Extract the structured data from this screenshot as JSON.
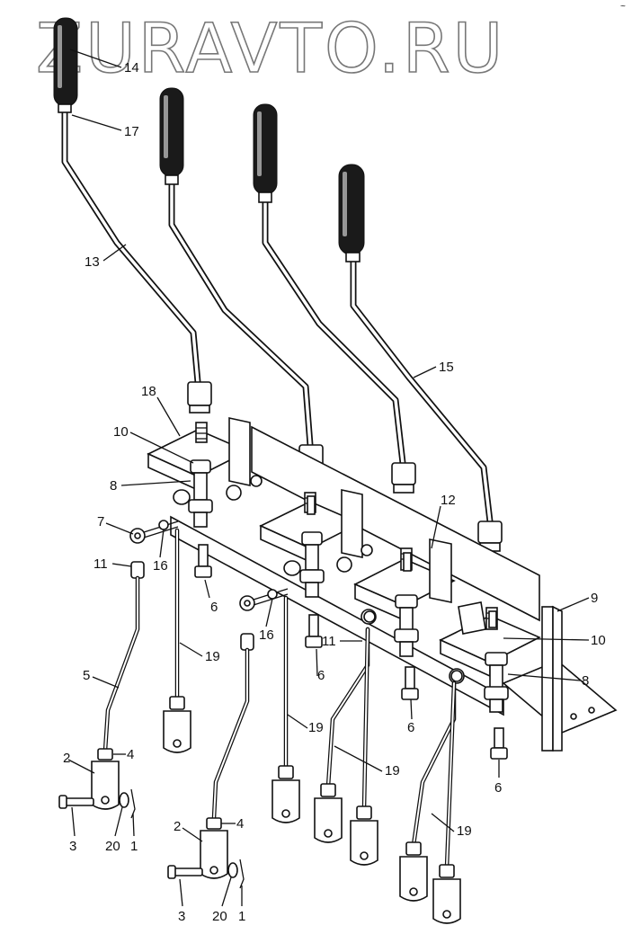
{
  "watermark": "ZURAVTO.RU",
  "corner_mark": "~",
  "part_labels": [
    "14",
    "17",
    "13",
    "15",
    "18",
    "10",
    "8",
    "7",
    "11",
    "16",
    "6",
    "19",
    "12",
    "9",
    "10",
    "8",
    "16",
    "11",
    "6",
    "19",
    "5",
    "2",
    "4",
    "3",
    "20",
    "1",
    "19",
    "6",
    "2",
    "4",
    "3",
    "20",
    "1",
    "19",
    "6"
  ],
  "colors": {
    "line": "#111111",
    "watermark": "#777777",
    "background": "#ffffff"
  }
}
